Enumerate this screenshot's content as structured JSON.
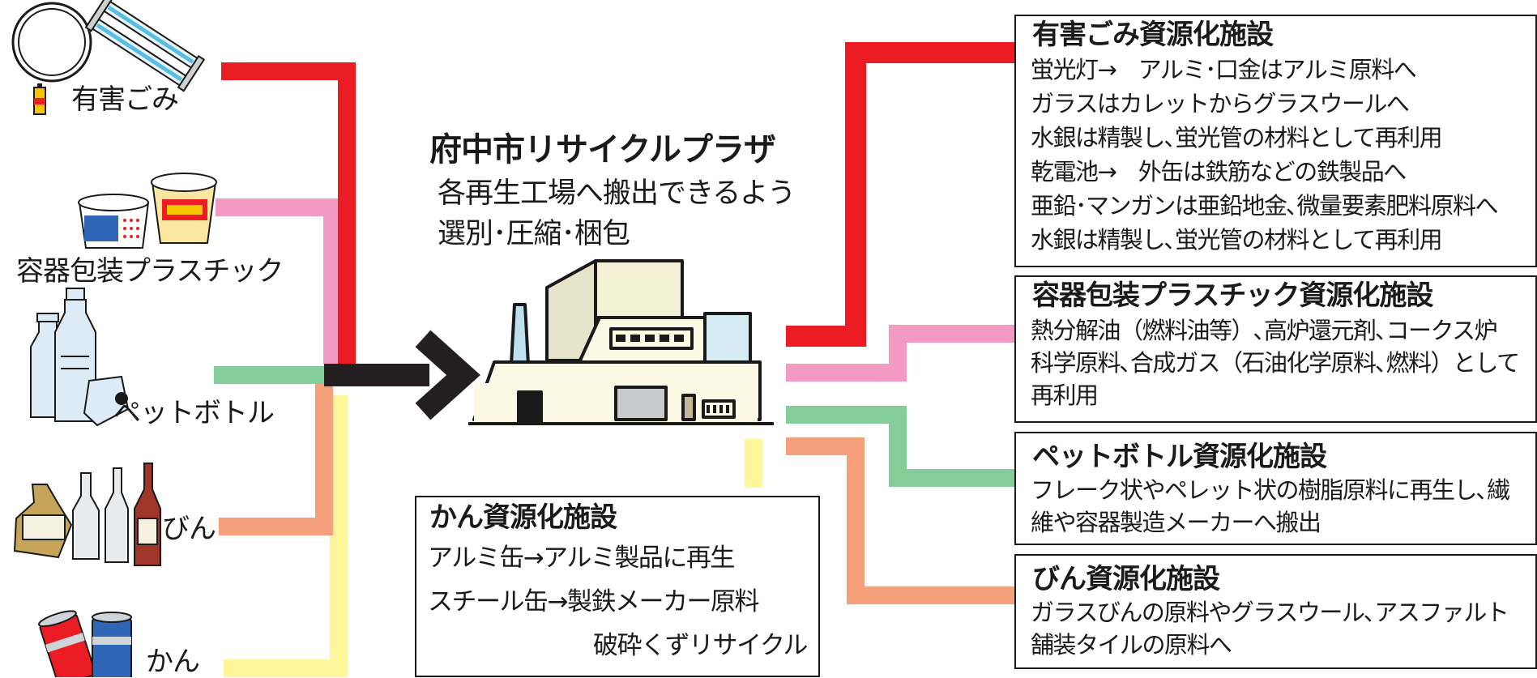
{
  "colors": {
    "hazardous": "#ec1c24",
    "plastic": "#f29ac4",
    "pet": "#84cc98",
    "bottle": "#f5a07a",
    "can": "#fff59a",
    "arrow": "#231f20"
  },
  "sources": {
    "hazardous": "有害ごみ",
    "plastic": "容器包装プラスチック",
    "pet": "ペットボトル",
    "bottle": "びん",
    "can": "かん"
  },
  "plaza": {
    "title": "府中市リサイクルプラザ",
    "line1": "各再生工場へ搬出できるよう",
    "line2": "選別･圧縮･梱包"
  },
  "facilities": {
    "hazardous": {
      "title": "有害ごみ資源化施設",
      "lines": [
        "蛍光灯→　アルミ･口金はアルミ原料へ",
        "ガラスはカレットからグラスウールへ",
        "水銀は精製し､蛍光管の材料として再利用",
        "乾電池→　外缶は鉄筋などの鉄製品へ",
        "亜鉛･マンガンは亜鉛地金､微量要素肥料原料へ",
        "水銀は精製し､蛍光管の材料として再利用"
      ]
    },
    "plastic": {
      "title": "容器包装プラスチック資源化施設",
      "lines": [
        "熱分解油（燃料油等）､高炉還元剤､コークス炉",
        "科学原料､合成ガス（石油化学原料､燃料）として",
        "再利用"
      ]
    },
    "pet": {
      "title": "ペットボトル資源化施設",
      "lines": [
        "フレーク状やペレット状の樹脂原料に再生し､繊",
        "維や容器製造メーカーへ搬出"
      ]
    },
    "bottle": {
      "title": "びん資源化施設",
      "lines": [
        "ガラスびんの原料やグラスウール､アスファルト",
        "舗装タイルの原料へ"
      ]
    },
    "can": {
      "title": "かん資源化施設",
      "lines": [
        "アルミ缶→アルミ製品に再生",
        "スチール缶→製鉄メーカー原料",
        "破砕くずリサイクル"
      ]
    }
  }
}
